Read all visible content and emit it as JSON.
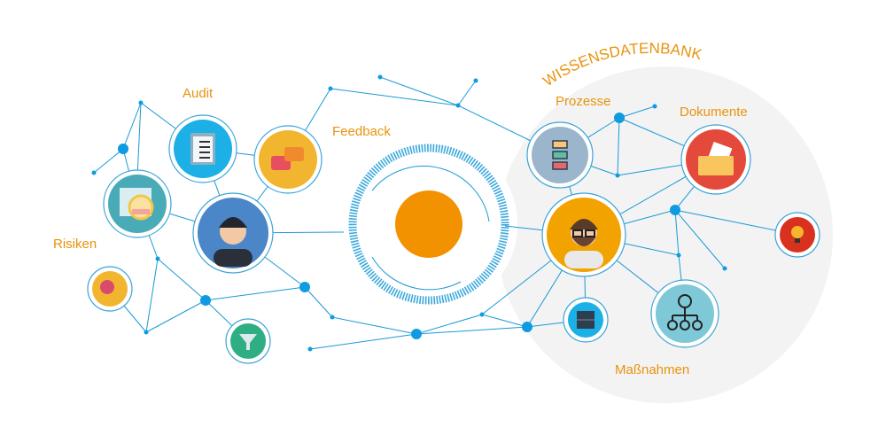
{
  "title": "WISSENSDATENBANK",
  "labels": {
    "audit": "Audit",
    "feedback": "Feedback",
    "risks": "Risiken",
    "processes": "Prozesse",
    "documents": "Dokumente",
    "measures": "Maßnahmen"
  },
  "colors": {
    "accent": "#f39200",
    "line": "#1a9ad6",
    "label": "#e8930c",
    "database_bg": "#f3f3f3"
  },
  "icons": [
    "clipboard-icon",
    "chat-bubbles-icon",
    "browser-search-icon",
    "employee-avatar-icon",
    "brain-icon",
    "funnel-icon",
    "process-flow-icon",
    "document-folder-icon",
    "expert-avatar-icon",
    "lightbulb-icon",
    "file-cabinet-icon",
    "hierarchy-clock-icon"
  ]
}
